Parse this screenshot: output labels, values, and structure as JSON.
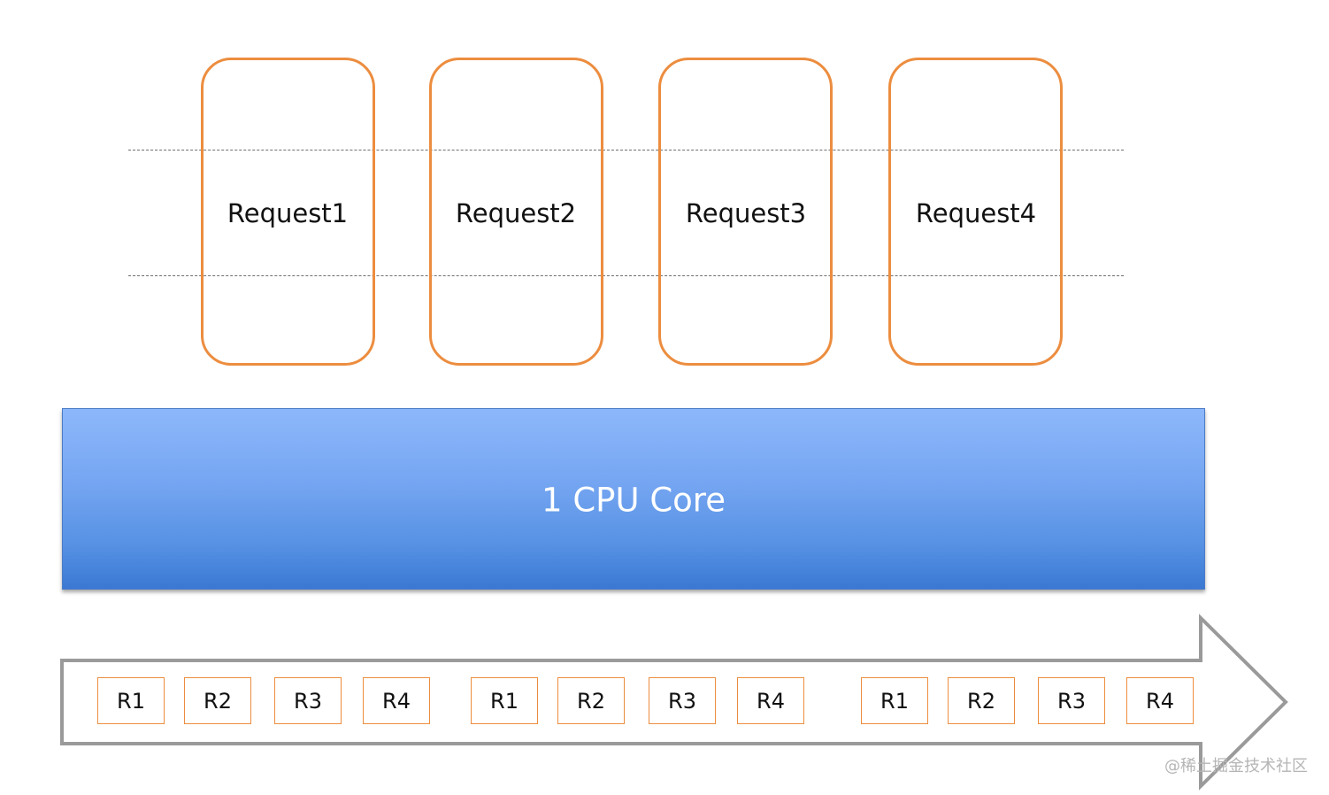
{
  "requests": [
    {
      "label": "Request1"
    },
    {
      "label": "Request2"
    },
    {
      "label": "Request3"
    },
    {
      "label": "Request4"
    }
  ],
  "cpu": {
    "label": "1 CPU Core"
  },
  "timeline": {
    "groups": [
      [
        "R1",
        "R2",
        "R3",
        "R4"
      ],
      [
        "R1",
        "R2",
        "R3",
        "R4"
      ],
      [
        "R1",
        "R2",
        "R3",
        "R4"
      ]
    ]
  },
  "watermark": "@稀土掘金技术社区",
  "colors": {
    "request_border": "#ec8d3f",
    "cpu_gradient_top": "#8db7fb",
    "cpu_gradient_bottom": "#3a78d3",
    "arrow_stroke": "#9a9a9a"
  }
}
